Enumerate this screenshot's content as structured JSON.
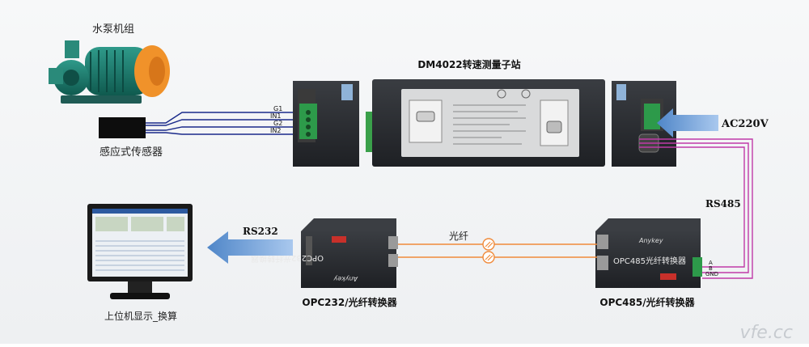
{
  "labels": {
    "pump": "水泵机组",
    "sensor": "感应式传感器",
    "station": "DM4022转速测量子站",
    "ac": "AC220V",
    "rs485": "RS485",
    "rs232": "RS232",
    "fiber": "光纤",
    "opc232": "OPC232/光纤转换器",
    "opc485": "OPC485/光纤转换器",
    "pc": "上位机显示_换算",
    "watermark": "vfe.cc"
  },
  "terminals": {
    "left": [
      "G1",
      "IN1",
      "G2",
      "IN2"
    ],
    "right": [
      "A",
      "B",
      "GND"
    ]
  },
  "devices": {
    "opc485_front": "OPC485光纤转换器",
    "opc232_front": "OPC232光纤转换器",
    "brand": "Anykey"
  },
  "colors": {
    "signal_wire": "#1a2a8a",
    "rs485_wire": "#c03aa8",
    "fiber": "#f08a3a",
    "arrow": "#6f9fd6",
    "device_body": "#2b2e33"
  }
}
